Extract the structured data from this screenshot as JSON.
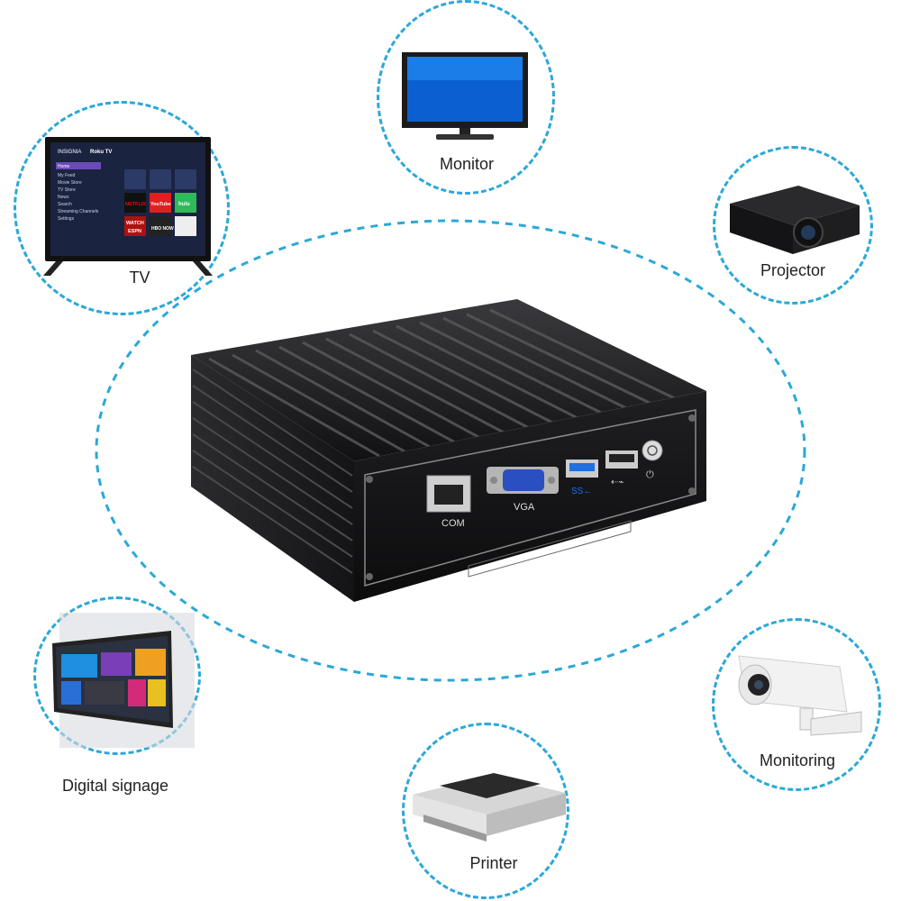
{
  "labels": {
    "tv": "TV",
    "monitor": "Monitor",
    "projector": "Projector",
    "digital_signage": "Digital signage",
    "monitoring": "Monitoring",
    "printer": "Printer"
  },
  "device_ports": {
    "com": "COM",
    "vga": "VGA"
  },
  "tv_screen": {
    "brand": "INSIGNIA",
    "os": "Roku TV",
    "menu": [
      "Home",
      "My Feed",
      "Movie Store",
      "TV Store",
      "News",
      "Search",
      "Streaming Channels",
      "Settings"
    ],
    "tiles": [
      "NETFLIX",
      "YouTube",
      "hulu",
      "WATCH",
      "HBO NOW",
      "ESPN"
    ]
  },
  "colors": {
    "dashed_border": "#2aa8d8",
    "device_body": "#1b1b1d",
    "label_text": "#222222"
  }
}
